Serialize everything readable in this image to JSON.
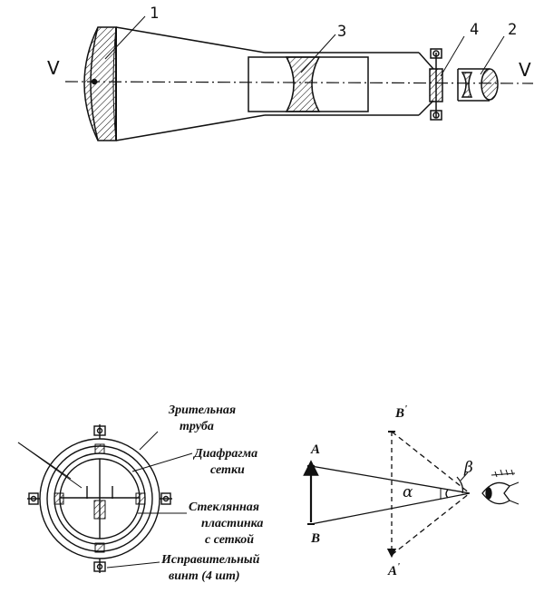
{
  "telescope": {
    "axis_left": "V",
    "axis_right": "V",
    "part_labels": [
      "1",
      "2",
      "3",
      "4"
    ]
  },
  "reticle": {
    "captions": {
      "tube": [
        "Зрительная",
        "труба"
      ],
      "diaphragm": [
        "Диафрагма",
        "сетки"
      ],
      "plate": [
        "Стеклянная",
        "пластинка",
        "с сеткой"
      ],
      "screw": [
        "Исправительный",
        "винт (4 шт)"
      ]
    }
  },
  "optics": {
    "point_A": "A",
    "point_B": "B",
    "point_A_image": "A",
    "point_B_image": "B",
    "image_mark": "'",
    "angle_alpha": "α",
    "angle_beta": "β"
  },
  "colors": {
    "ink": "#111111",
    "paper": "#ffffff"
  }
}
